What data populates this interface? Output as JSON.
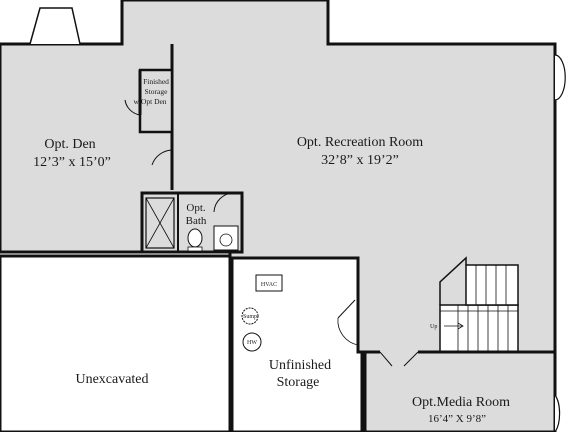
{
  "rooms": {
    "den": {
      "name": "Opt. Den",
      "dims": "12’3” x 15’0”"
    },
    "recreation": {
      "name": "Opt. Recreation Room",
      "dims": "32’8” x 19’2”"
    },
    "bath": {
      "line1": "Opt.",
      "line2": "Bath"
    },
    "storage_finished": {
      "line1": "Finished",
      "line2": "Storage",
      "line3": "w/Opt Den"
    },
    "unexcavated": {
      "name": "Unexcavated"
    },
    "unfinished": {
      "line1": "Unfinished",
      "line2": "Storage"
    },
    "media": {
      "name": "Opt.Media Room",
      "dims": "16’4” X 9’8”"
    }
  },
  "fixtures": {
    "hvac": "HVAC",
    "sump": "Sump",
    "hw": "HW",
    "stairs_up": "Up"
  },
  "colors": {
    "floor_fill": "#dcdcdc",
    "wall": "#111111",
    "background": "#ffffff"
  }
}
